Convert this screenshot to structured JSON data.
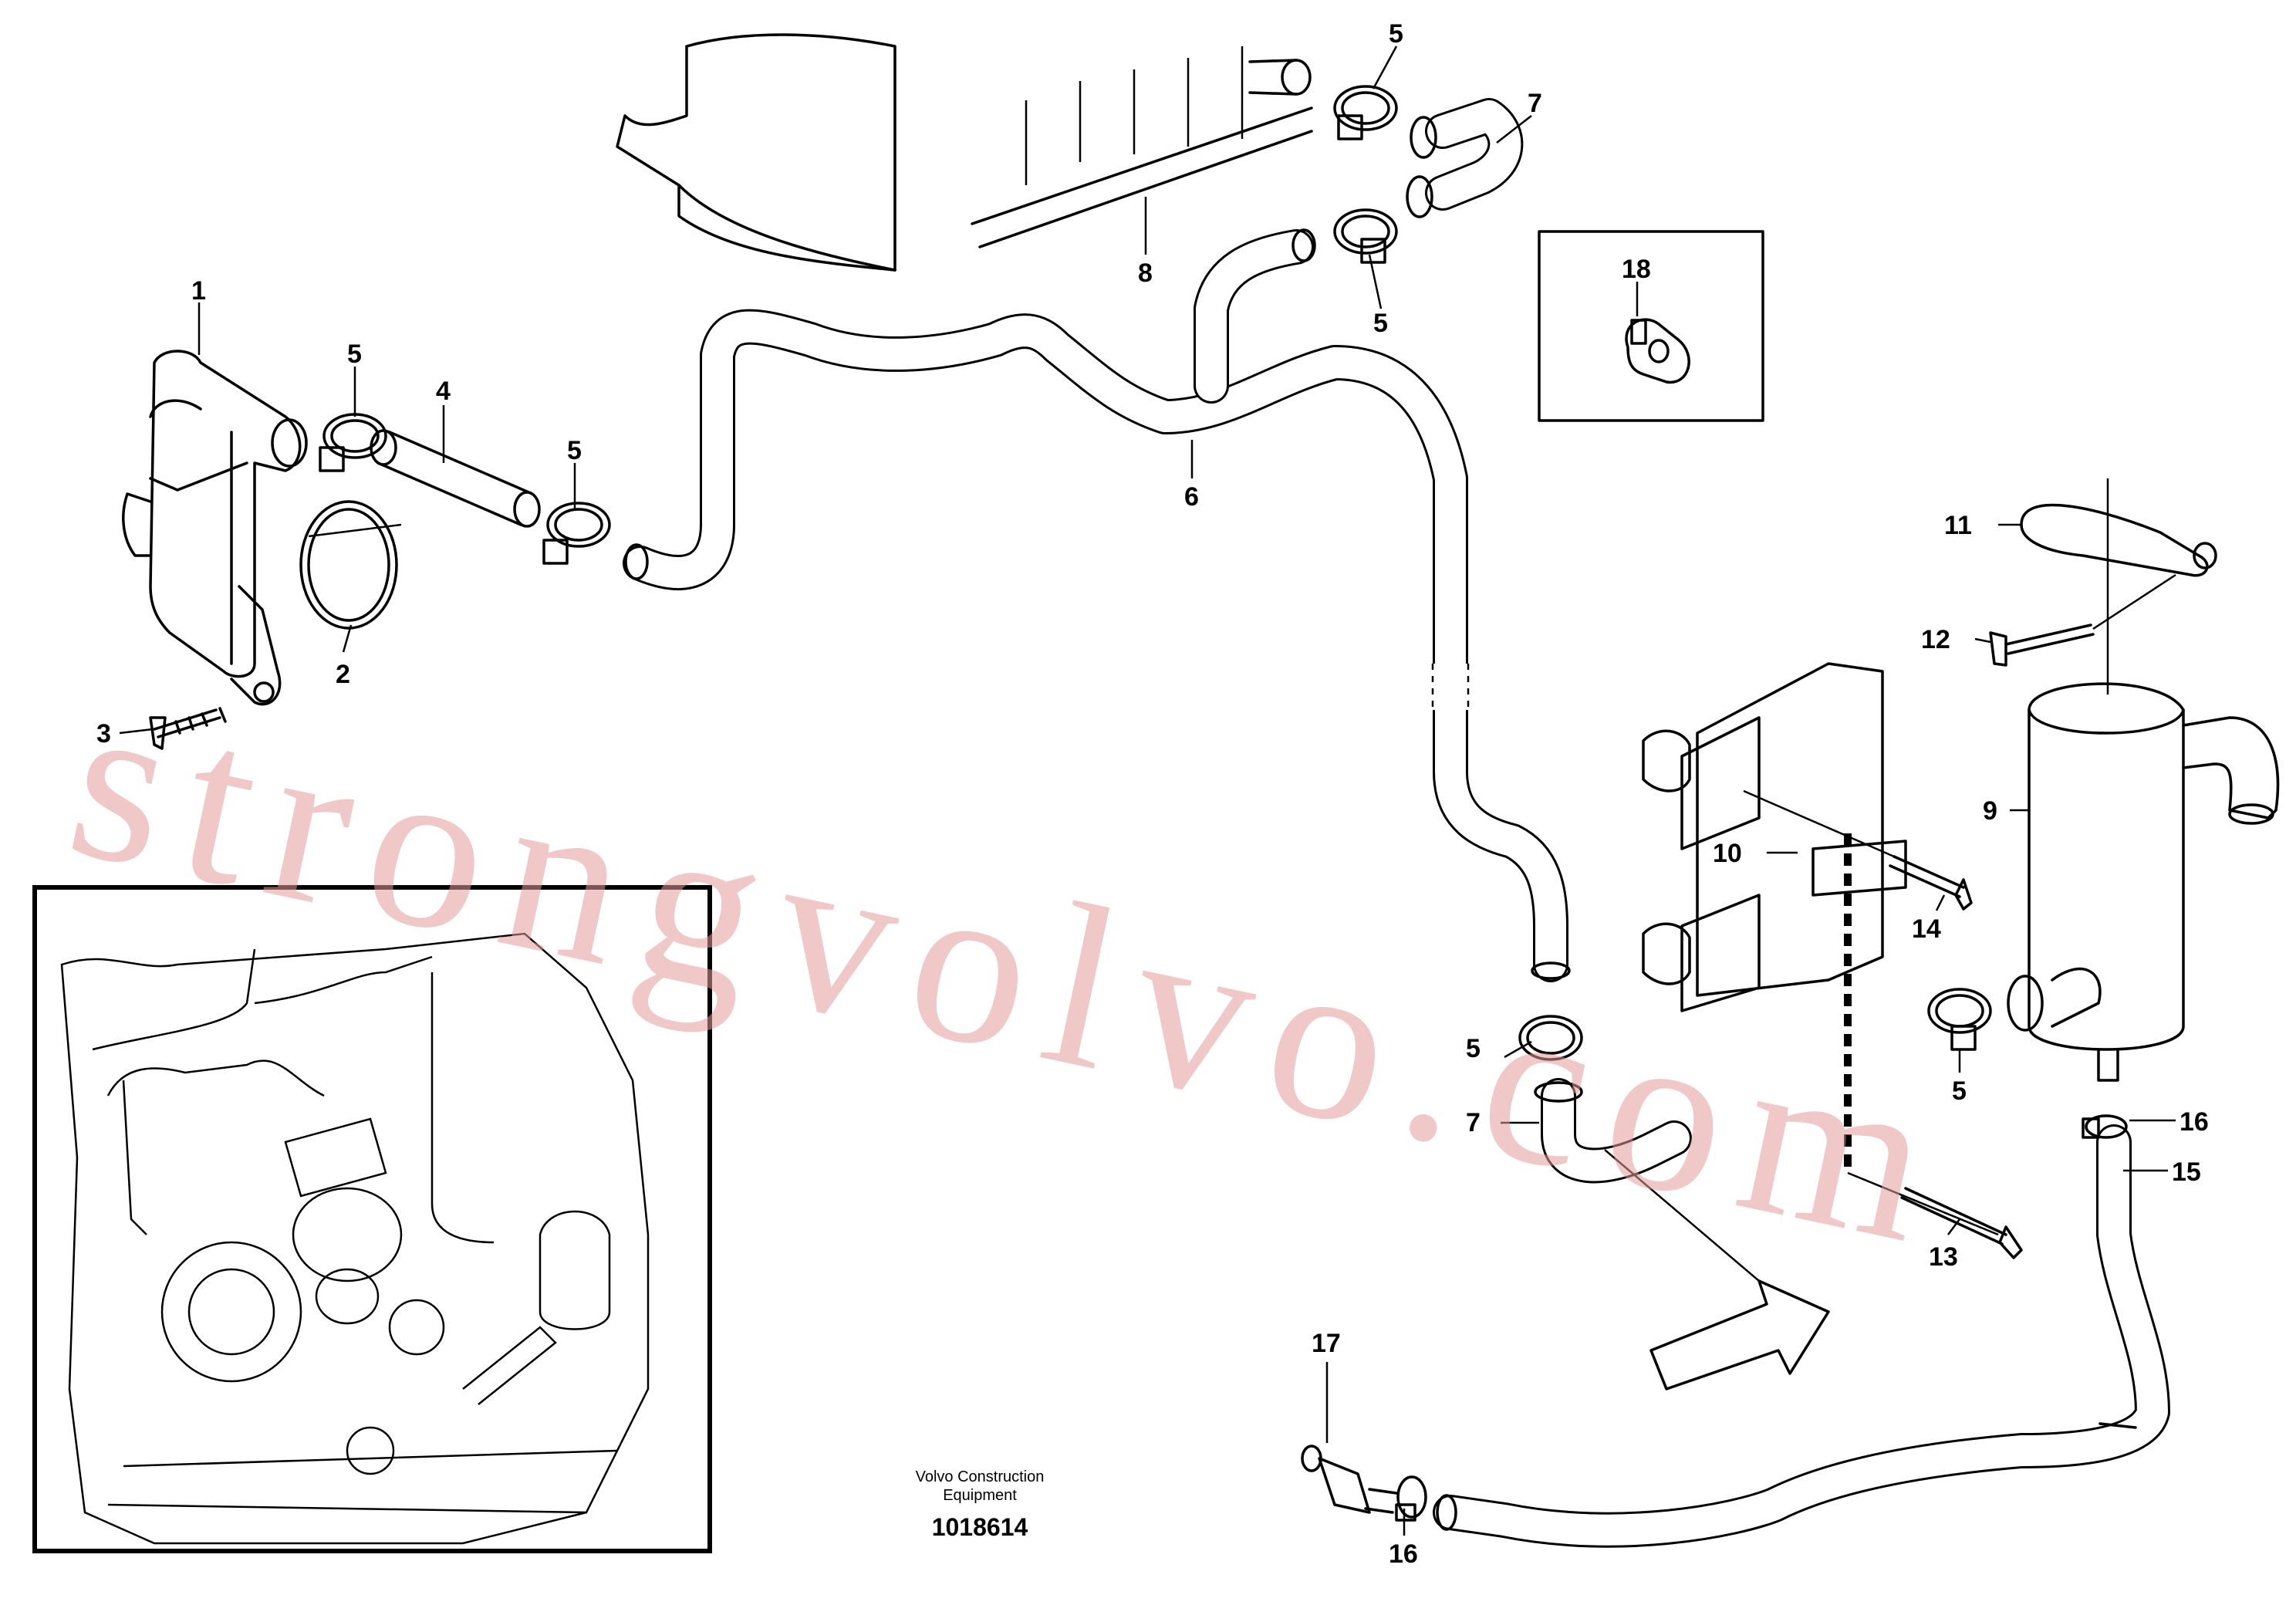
{
  "figure": {
    "caption_line1": "Volvo Construction",
    "caption_line2": "Equipment",
    "figure_number": "1018614"
  },
  "watermark": "strongvolvo.com",
  "callouts": {
    "c1": "1",
    "c2": "2",
    "c3": "3",
    "c4": "4",
    "c5a": "5",
    "c5b": "5",
    "c5c": "5",
    "c5d": "5",
    "c5e": "5",
    "c5f": "5",
    "c6": "6",
    "c7a": "7",
    "c7b": "7",
    "c8": "8",
    "c9": "9",
    "c10": "10",
    "c11": "11",
    "c12": "12",
    "c13": "13",
    "c14": "14",
    "c15": "15",
    "c16a": "16",
    "c16b": "16",
    "c17": "17",
    "c18": "18"
  },
  "colors": {
    "line": "#000000",
    "watermark": "#e39a9a"
  }
}
